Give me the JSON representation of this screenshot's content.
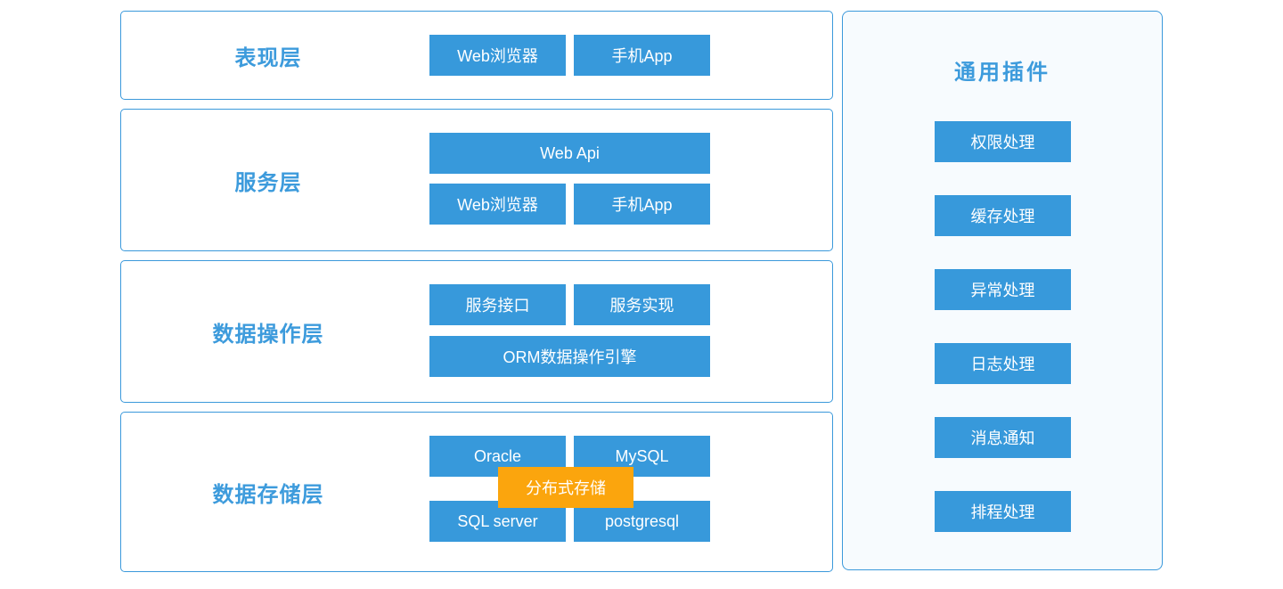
{
  "colors": {
    "node_blue": "#3799DB",
    "label_blue": "#3D9BDC",
    "overlay_orange": "#FBA50D",
    "box_border_blue": "#3B99DB",
    "panel_background": "#F7FBFE"
  },
  "layers": [
    {
      "label": "表现层",
      "rows": [
        {
          "buttons": [
            "Web浏览器",
            "手机App"
          ]
        }
      ]
    },
    {
      "label": "服务层",
      "rows": [
        {
          "buttons": [
            "Web Api"
          ]
        },
        {
          "buttons": [
            "Web浏览器",
            "手机App"
          ]
        }
      ]
    },
    {
      "label": "数据操作层",
      "rows": [
        {
          "buttons": [
            "服务接口",
            "服务实现"
          ]
        },
        {
          "buttons": [
            "ORM数据操作引擎"
          ]
        }
      ]
    },
    {
      "label": "数据存储层",
      "rows": [
        {
          "buttons": [
            "Oracle",
            "MySQL"
          ]
        },
        {
          "buttons": [
            "SQL server",
            "postgresql"
          ]
        }
      ],
      "overlay": "分布式存储"
    }
  ],
  "plugins_panel": {
    "title": "通用插件",
    "items": [
      "权限处理",
      "缓存处理",
      "异常处理",
      "日志处理",
      "消息通知",
      "排程处理"
    ]
  }
}
